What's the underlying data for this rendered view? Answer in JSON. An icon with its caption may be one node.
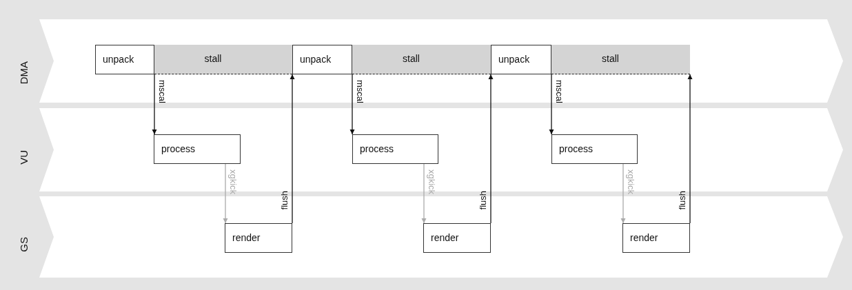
{
  "diagram": {
    "nodes": [
      {
        "text": [
          "DMA"
        ]
      },
      {
        "text": [
          "unpack"
        ],
        "in": 0
      },
      {
        "text": [
          "stall"
        ],
        "in": 0
      },
      {
        "text": [
          "unpack"
        ],
        "in": 0
      },
      {
        "text": [
          "stall"
        ],
        "in": 0
      },
      {
        "text": [
          "unpack"
        ],
        "in": 0
      },
      {
        "text": [
          "stall"
        ],
        "in": 0
      },
      {
        "text": [
          "VU"
        ]
      },
      {
        "text": [
          "process"
        ],
        "in": 7
      },
      {
        "text": [
          "process"
        ],
        "in": 7
      },
      {
        "text": [
          "process"
        ],
        "in": 7
      },
      {
        "text": [
          "GS"
        ]
      },
      {
        "text": [
          "render"
        ],
        "in": 11
      },
      {
        "text": [
          "render"
        ],
        "in": 11
      },
      {
        "text": [
          "render"
        ],
        "in": 11
      }
    ],
    "edges": [
      {
        "from": 1,
        "to": 8,
        "arrow": "to",
        "label": "mscal"
      },
      {
        "from": 8,
        "to": 12,
        "arrow": "to",
        "label": "xgkick",
        "color": "#aaaaaa"
      },
      {
        "from": 12,
        "to": 2,
        "arrow": "to",
        "label": "flush"
      },
      {
        "from": 3,
        "to": 9,
        "arrow": "to",
        "label": "mscal"
      },
      {
        "from": 9,
        "to": 13,
        "arrow": "to",
        "label": "xgkick",
        "color": "#aaaaaa"
      },
      {
        "from": 13,
        "to": 4,
        "arrow": "to",
        "label": "flush"
      },
      {
        "from": 5,
        "to": 10,
        "arrow": "to",
        "label": "mscal"
      },
      {
        "from": 10,
        "to": 14,
        "arrow": "to",
        "label": "xgkick",
        "color": "#aaaaaa"
      },
      {
        "from": 14,
        "to": 6,
        "arrow": "to",
        "label": "flush"
      }
    ]
  }
}
